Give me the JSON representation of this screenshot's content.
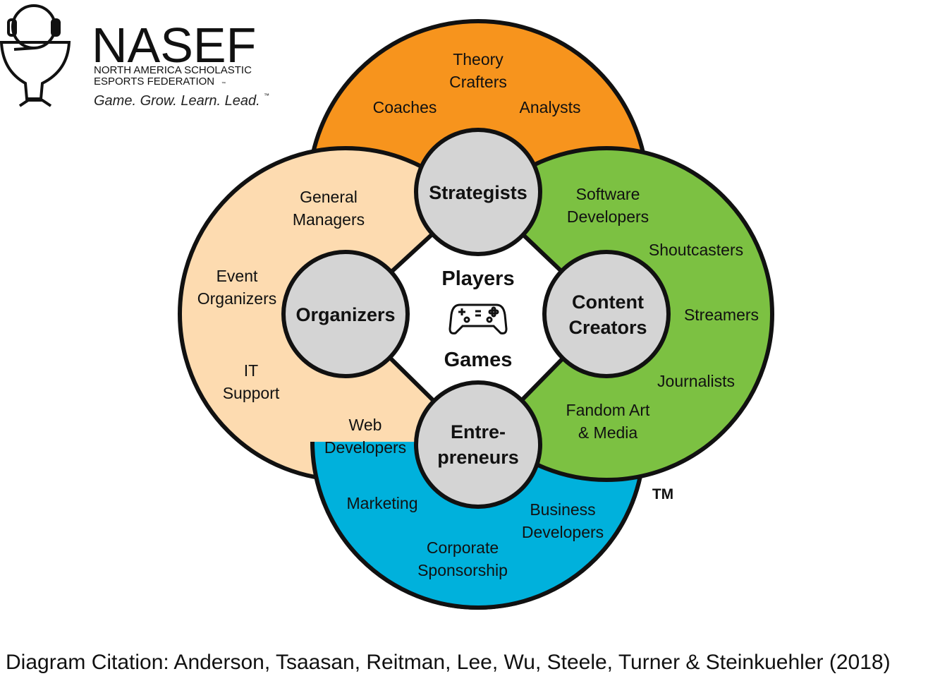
{
  "logo": {
    "name": "NASEF",
    "line1": "NORTH AMERICA SCHOLASTIC",
    "line2": "ESPORTS FEDERATION",
    "tm": "™",
    "tagline": "Game. Grow. Learn. Lead.",
    "tagline_tm": "™"
  },
  "center": {
    "top": "Players",
    "bottom": "Games",
    "icon": "gamepad-icon"
  },
  "hubs": {
    "strategists": "Strategists",
    "organizers": "Organizers",
    "content_1": "Content",
    "content_2": "Creators",
    "entre_1": "Entre-",
    "entre_2": "preneurs"
  },
  "strategists_roles": {
    "theory_1": "Theory",
    "theory_2": "Crafters",
    "coaches": "Coaches",
    "analysts": "Analysts"
  },
  "organizers_roles": {
    "gm_1": "General",
    "gm_2": "Managers",
    "event_1": "Event",
    "event_2": "Organizers",
    "it_1": "IT",
    "it_2": "Support"
  },
  "content_roles": {
    "sw_1": "Software",
    "sw_2": "Developers",
    "shoutcasters": "Shoutcasters",
    "streamers": "Streamers",
    "journalists": "Journalists",
    "fandom_1": "Fandom Art",
    "fandom_2": "& Media"
  },
  "entre_roles": {
    "web_1": "Web",
    "web_2": "Developers",
    "marketing": "Marketing",
    "corp_1": "Corporate",
    "corp_2": "Sponsorship",
    "biz_1": "Business",
    "biz_2": "Developers"
  },
  "trademark": "TM",
  "citation": "Diagram Citation: Anderson, Tsaasan, Reitman, Lee, Wu, Steele, Turner & Steinkuehler (2018)",
  "colors": {
    "orange": "#F7941D",
    "peach": "#FDDBB0",
    "green": "#7CC142",
    "blue": "#00B1DC",
    "hub": "#D4D4D4"
  }
}
